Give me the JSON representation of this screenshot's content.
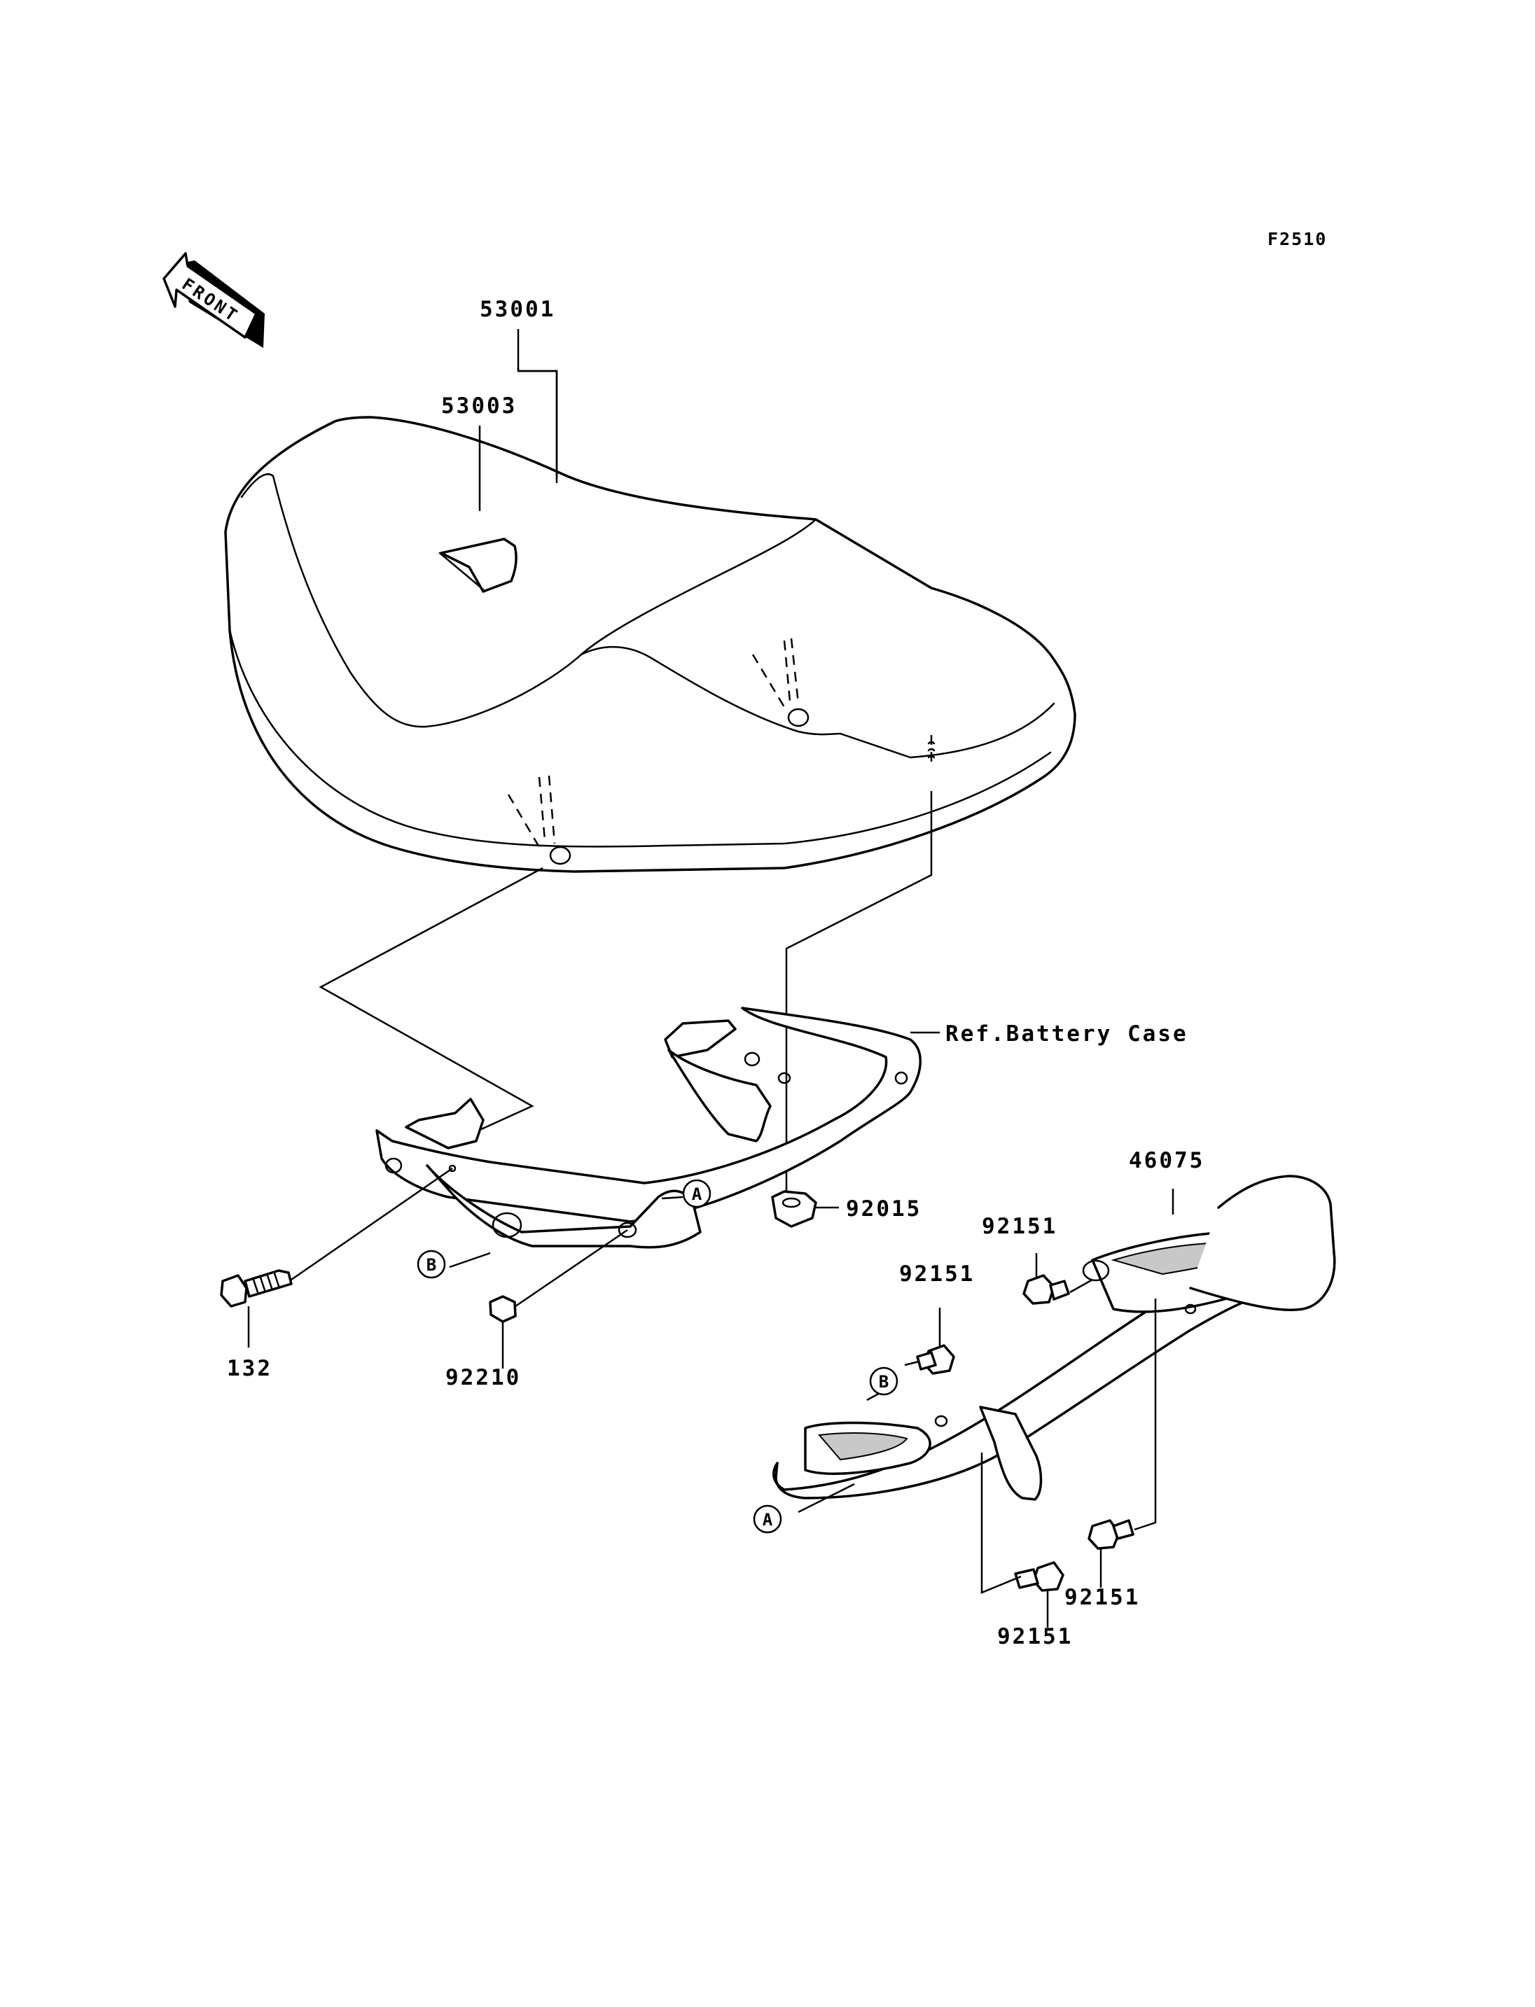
{
  "figure_code": "F2510",
  "front_arrow": {
    "label": "FRONT",
    "icon": "front-direction-arrow"
  },
  "parts": {
    "seat": "53001",
    "seat_cover_label": "53003",
    "bracket_nut": "92015",
    "bolt_front": "132",
    "bolt_lower": "92210",
    "grab_rail": "46075",
    "rail_bolt_1": "92151",
    "rail_bolt_2": "92151",
    "rail_bolt_3": "92151",
    "rail_bolt_4": "92151"
  },
  "reference_note": "Ref.Battery Case",
  "markers": {
    "a_frame": "A",
    "b_frame": "B",
    "a_rail": "A",
    "b_rail": "B"
  }
}
